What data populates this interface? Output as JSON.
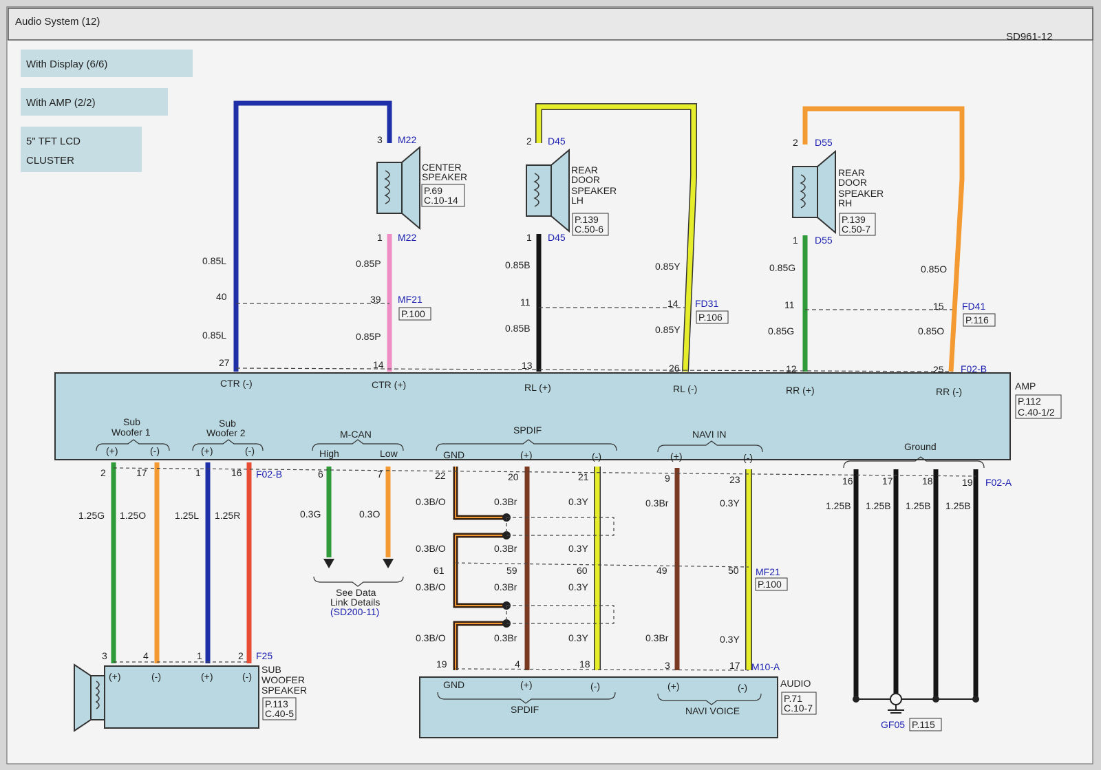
{
  "header": {
    "title": "Audio System (12)",
    "code": "SD961-12"
  },
  "options": [
    "With Display (6/6)",
    "With AMP (2/2)",
    "5\" TFT LCD",
    "CLUSTER"
  ],
  "colors": {
    "L": "#1f2fa8",
    "P": "#ef8ec4",
    "B": "#151515",
    "Y": "#e6ee2c",
    "G": "#2e9a38",
    "O": "#f39a32",
    "R": "#e84c33",
    "Br": "#7a3a22",
    "B/O": "#3a2414",
    "module": "#b9d8e1",
    "link": "#1c20b0"
  },
  "speakers": {
    "center": {
      "lines": [
        "CENTER",
        "SPEAKER"
      ],
      "page": "P.69",
      "conn": "C.10-14",
      "top_pin": "3",
      "top_conn": "M22",
      "bot_pin": "1",
      "bot_conn": "M22"
    },
    "rear_lh": {
      "lines": [
        "REAR",
        "DOOR",
        "SPEAKER",
        "LH"
      ],
      "page": "P.139",
      "conn": "C.50-6",
      "top_pin": "2",
      "top_conn": "D45",
      "bot_pin": "1",
      "bot_conn": "D45"
    },
    "rear_rh": {
      "lines": [
        "REAR",
        "DOOR",
        "SPEAKER",
        "RH"
      ],
      "page": "P.139",
      "conn": "C.50-7",
      "top_pin": "2",
      "top_conn": "D55",
      "bot_pin": "1",
      "bot_conn": "D55"
    }
  },
  "top_wires": {
    "w1": {
      "spec": "0.85L"
    },
    "w2": {
      "spec": "0.85P"
    },
    "w3": {
      "spec": "0.85B"
    },
    "w4": {
      "spec": "0.85Y"
    },
    "w5": {
      "spec": "0.85G"
    },
    "w6": {
      "spec": "0.85O"
    }
  },
  "mid_connectors": {
    "mf21": {
      "pin_l": "40",
      "pin_r": "39",
      "name": "MF21",
      "page": "P.100"
    },
    "fd31": {
      "pin_l": "11",
      "pin_r": "14",
      "name": "FD31",
      "page": "P.106"
    },
    "fd41": {
      "pin_l": "11",
      "pin_r": "15",
      "name": "FD41",
      "page": "P.116"
    }
  },
  "amp": {
    "name": "AMP",
    "page": "P.112",
    "conn": "C.40-1/2",
    "top_conn": "F02-B",
    "top_pins": [
      {
        "pin": "27",
        "label": "CTR (-)"
      },
      {
        "pin": "14",
        "label": "CTR (+)"
      },
      {
        "pin": "13",
        "label": "RL (+)"
      },
      {
        "pin": "26",
        "label": "RL (-)"
      },
      {
        "pin": "12",
        "label": "RR (+)"
      },
      {
        "pin": "25",
        "label": "RR (-)"
      }
    ],
    "groups": {
      "sub1": {
        "title": [
          "Sub",
          "Woofer 1"
        ],
        "plus": "(+)",
        "minus": "(-)"
      },
      "sub2": {
        "title": [
          "Sub",
          "Woofer 2"
        ],
        "plus": "(+)",
        "minus": "(-)"
      },
      "mcan": {
        "title": "M-CAN",
        "high": "High",
        "low": "Low"
      },
      "spdif": {
        "title": "SPDIF",
        "gnd": "GND",
        "plus": "(+)",
        "minus": "(-)"
      },
      "navi": {
        "title": "NAVI IN",
        "plus": "(+)",
        "minus": "(-)"
      },
      "ground": {
        "title": "Ground"
      }
    },
    "bottom_conn_b": "F02-B",
    "bottom_conn_a": "F02-A"
  },
  "bottom": {
    "sub1": {
      "pins": [
        "2",
        "17"
      ],
      "specs": [
        "1.25G",
        "1.25O"
      ]
    },
    "sub2": {
      "pins": [
        "1",
        "16"
      ],
      "specs": [
        "1.25L",
        "1.25R"
      ]
    },
    "mcan": {
      "pins": [
        "6",
        "7"
      ],
      "specs": [
        "0.3G",
        "0.3O"
      ],
      "note": [
        "See Data",
        "Link Details"
      ],
      "link": "(SD200-11)"
    },
    "spdif": {
      "pins": [
        "22",
        "20",
        "21"
      ],
      "specs": [
        "0.3B/O",
        "0.3Br",
        "0.3Y"
      ]
    },
    "navi": {
      "pins": [
        "9",
        "23"
      ],
      "specs": [
        "0.3Br",
        "0.3Y"
      ]
    },
    "ground": {
      "pins": [
        "16",
        "17",
        "18",
        "19"
      ],
      "specs": [
        "1.25B",
        "1.25B",
        "1.25B",
        "1.25B"
      ]
    },
    "mf21": {
      "pins": [
        "61",
        "59",
        "60",
        "49",
        "50"
      ],
      "name": "MF21",
      "page": "P.100"
    }
  },
  "subwoofer": {
    "pins": [
      "3",
      "4",
      "1",
      "2"
    ],
    "conn": "F25",
    "signs": [
      "(+)",
      "(-)",
      "(+)",
      "(-)"
    ],
    "lines": [
      "SUB",
      "WOOFER",
      "SPEAKER"
    ],
    "page": "P.113",
    "conn_ref": "C.40-5"
  },
  "audio": {
    "name": "AUDIO",
    "page": "P.71",
    "conn": "C.10-7",
    "top_conn": "M10-A",
    "pins": [
      "19",
      "4",
      "18",
      "3",
      "17"
    ],
    "labels": [
      "GND",
      "(+)",
      "(-)",
      "(+)",
      "(-)"
    ],
    "spdif": "SPDIF",
    "navi": "NAVI VOICE"
  },
  "ground_point": {
    "name": "GF05",
    "page": "P.115"
  }
}
